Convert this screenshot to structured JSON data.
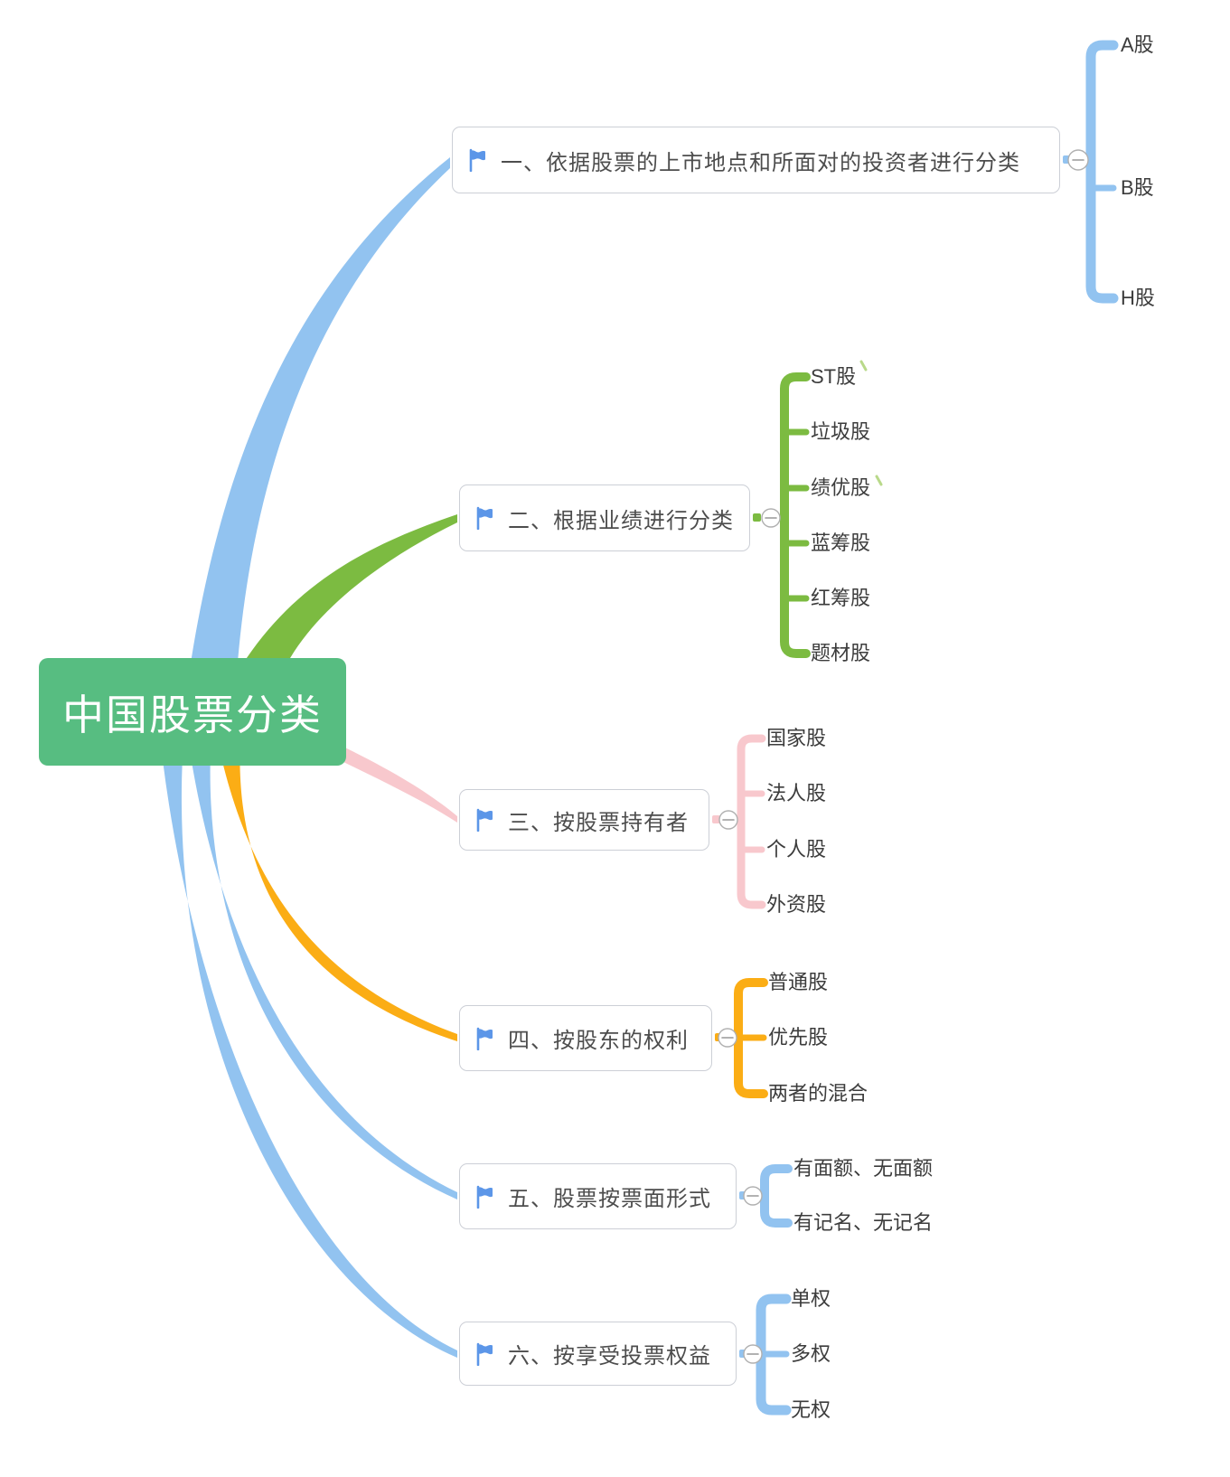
{
  "root": {
    "label": "中国股票分类",
    "color": "#57BD81",
    "text_color": "#FFFFFF"
  },
  "branches": [
    {
      "label": "一、依据股票的上市地点和所面对的投资者进行分类",
      "color": "#92C3F0",
      "children": [
        "A股",
        "B股",
        "H股"
      ]
    },
    {
      "label": "二、根据业绩进行分类",
      "color": "#7CBB41",
      "children": [
        "ST股",
        "垃圾股",
        "绩优股",
        "蓝筹股",
        "红筹股",
        "题材股"
      ]
    },
    {
      "label": "三、按股票持有者",
      "color": "#F8C8CD",
      "children": [
        "国家股",
        "法人股",
        "个人股",
        "外资股"
      ]
    },
    {
      "label": "四、按股东的权利",
      "color": "#FBAD15",
      "children": [
        "普通股",
        "优先股",
        "两者的混合"
      ]
    },
    {
      "label": "五、股票按票面形式",
      "color": "#92C3F0",
      "children": [
        "有面额、无面额",
        "有记名、无记名"
      ]
    },
    {
      "label": "六、按享受投票权益",
      "color": "#92C3F0",
      "children": [
        "单权",
        "多权",
        "无权"
      ]
    }
  ],
  "icons": {
    "topic_marker": "blue-flag",
    "collapse": "minus-in-circle"
  },
  "ui_colors": {
    "flag_blue": "#5C96E8",
    "node_border": "#CCCFD6",
    "node_text": "#4D4D4D",
    "child_text": "#3C3C3C",
    "collapse_circle_border": "#B0B0B0",
    "background": "#FFFFFF"
  }
}
